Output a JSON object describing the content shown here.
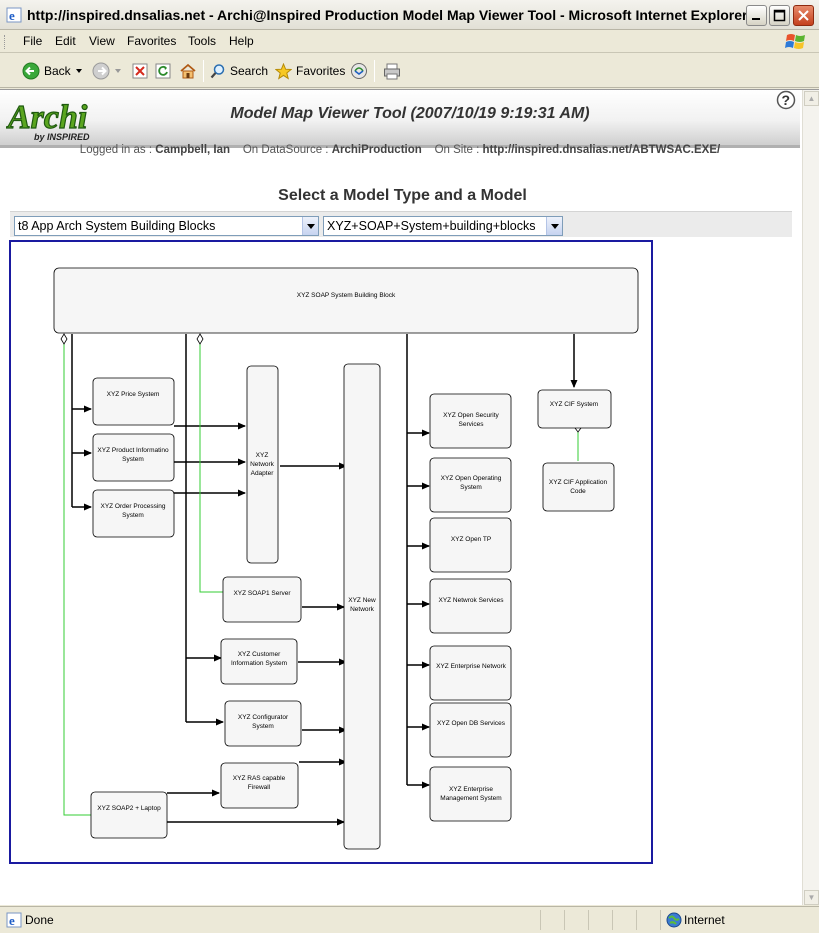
{
  "window": {
    "title": "http://inspired.dnsalias.net - Archi@Inspired Production Model Map Viewer Tool - Microsoft Internet Explorer"
  },
  "menu": [
    "File",
    "Edit",
    "View",
    "Favorites",
    "Tools",
    "Help"
  ],
  "toolbar": {
    "back_label": "Back",
    "search_label": "Search",
    "favorites_label": "Favorites"
  },
  "banner": {
    "logo_text": "Archi",
    "logo_sub": "by INSPIRED",
    "title": "Model Map Viewer Tool (2007/10/19 9:19:31 AM)"
  },
  "session": {
    "logged_in_label": "Logged in as :",
    "user": "Campbell, Ian",
    "datasource_label": "On DataSource :",
    "datasource": "ArchiProduction",
    "site_label": "On Site :",
    "site": "http://inspired.dnsalias.net/ABTWSAC.EXE/"
  },
  "heading": "Select a Model Type and a Model",
  "model_type_select": "t8 App Arch System Building Blocks",
  "model_select": "XYZ+SOAP+System+building+blocks",
  "diagram": {
    "top_block": "XYZ SOAP System Building Block",
    "price": "XYZ Price System",
    "product_line1": "XYZ Product Informatino",
    "product_line2": "System",
    "order_line1": "XYZ Order Processing",
    "order_line2": "System",
    "adapter_line1": "XYZ",
    "adapter_line2": "Network",
    "adapter_line3": "Adapter",
    "soap1": "XYZ SOAP1 Server",
    "customer_line1": "XYZ Customer",
    "customer_line2": "Information System",
    "configurator_line1": "XYZ Configurator",
    "configurator_line2": "System",
    "ras_line1": "XYZ RAS capable",
    "ras_line2": "Firewall",
    "soap2": "XYZ SOAP2 + Laptop",
    "newnet_line1": "XYZ New",
    "newnet_line2": "Network",
    "security_line1": "XYZ Open Security",
    "security_line2": "Services",
    "operating_line1": "XYZ Open Operating",
    "operating_line2": "System",
    "opentp": "XYZ Open TP",
    "netservices": "XYZ Netwrok Services",
    "enterprise_net": "XYZ Enterprise Network",
    "opendb": "XYZ Open DB Services",
    "entmgmt_line1": "XYZ Enterprise",
    "entmgmt_line2": "Management System",
    "cif": "XYZ CIF System",
    "cifapp_line1": "XYZ CIF Application",
    "cifapp_line2": "Code"
  },
  "status": {
    "text": "Done",
    "zone": "Internet"
  }
}
